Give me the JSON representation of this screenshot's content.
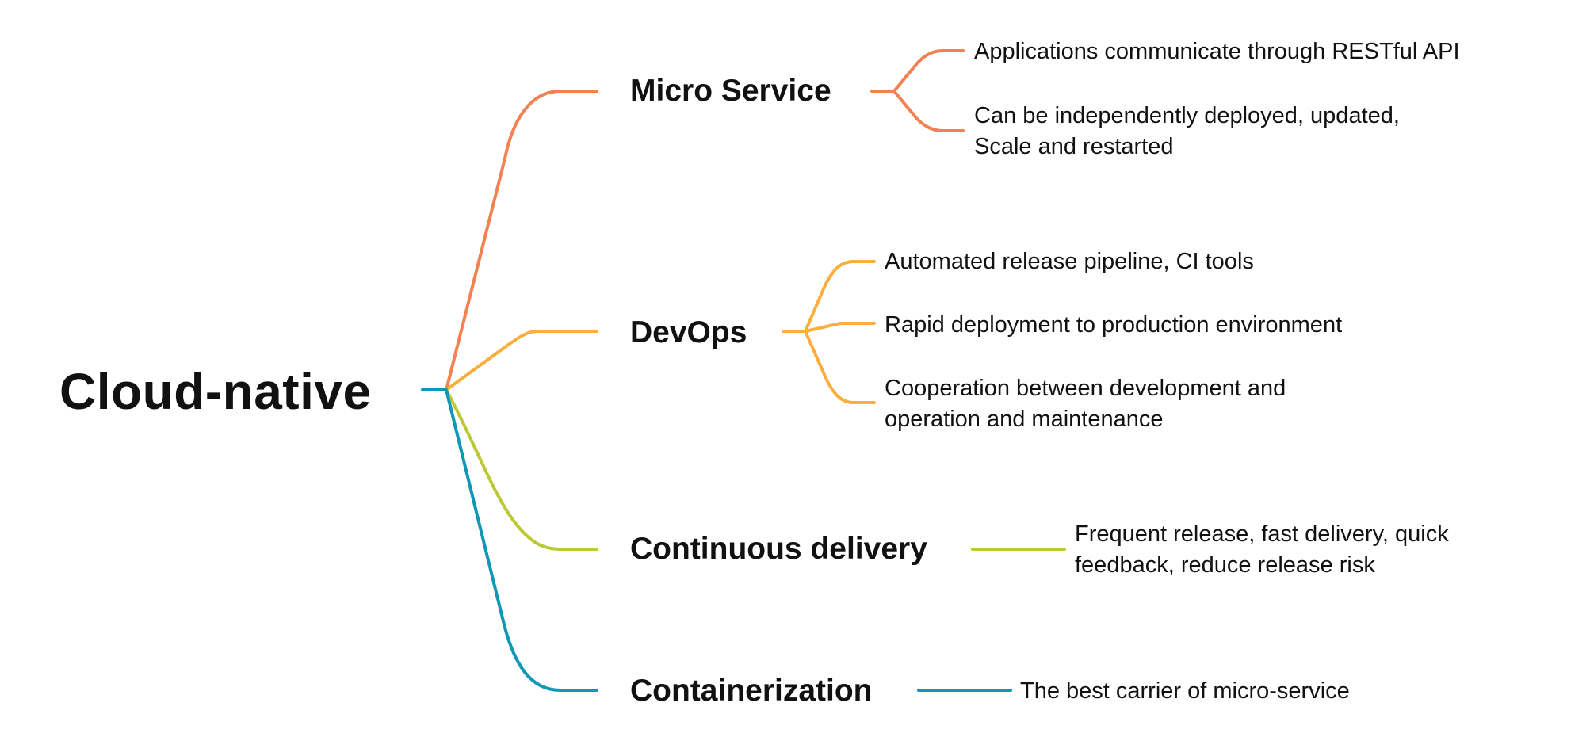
{
  "root": {
    "label": "Cloud-native"
  },
  "branches": [
    {
      "label": "Micro Service",
      "color": "#F28252",
      "details": [
        "Applications communicate through RESTful API",
        "Can be independently deployed, updated,\nScale and restarted"
      ]
    },
    {
      "label": "DevOps",
      "color": "#FBAE3C",
      "details": [
        "Automated release pipeline, CI tools",
        "Rapid deployment to production environment",
        "Cooperation between development and\noperation and maintenance"
      ]
    },
    {
      "label": "Continuous delivery",
      "color": "#BCC935",
      "details": [
        "Frequent release, fast delivery, quick\nfeedback, reduce release risk"
      ]
    },
    {
      "label": "Containerization",
      "color": "#0E98B5",
      "details": [
        "The best carrier of micro-service"
      ]
    }
  ]
}
